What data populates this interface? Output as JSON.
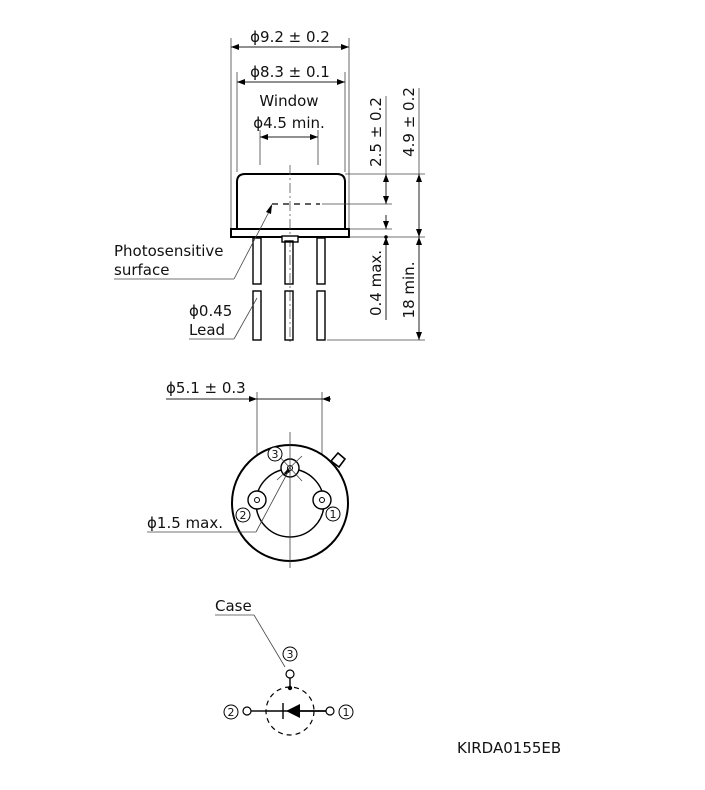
{
  "side_view": {
    "dim_case_outer": "ϕ9.2 ± 0.2",
    "dim_case_inner": "ϕ8.3 ± 0.1",
    "window_label": "Window",
    "window_dim": "ϕ4.5 min.",
    "dim_window_height": "2.5 ± 0.2",
    "dim_total_height": "4.9 ± 0.2",
    "dim_flange": "0.4 max.",
    "dim_lead_length": "18 min.",
    "photosensitive_label_1": "Photosensitive",
    "photosensitive_label_2": "surface",
    "lead_dim": "ϕ0.45",
    "lead_label": "Lead"
  },
  "bottom_view": {
    "dim_pin_circle": "ϕ5.1 ± 0.3",
    "dim_chip": "ϕ1.5 max.",
    "pin_1": "1",
    "pin_2": "2",
    "pin_3": "3"
  },
  "schematic": {
    "case_label": "Case",
    "pin_1": "1",
    "pin_2": "2",
    "pin_3": "3"
  },
  "drawing_code": "KIRDA0155EB"
}
